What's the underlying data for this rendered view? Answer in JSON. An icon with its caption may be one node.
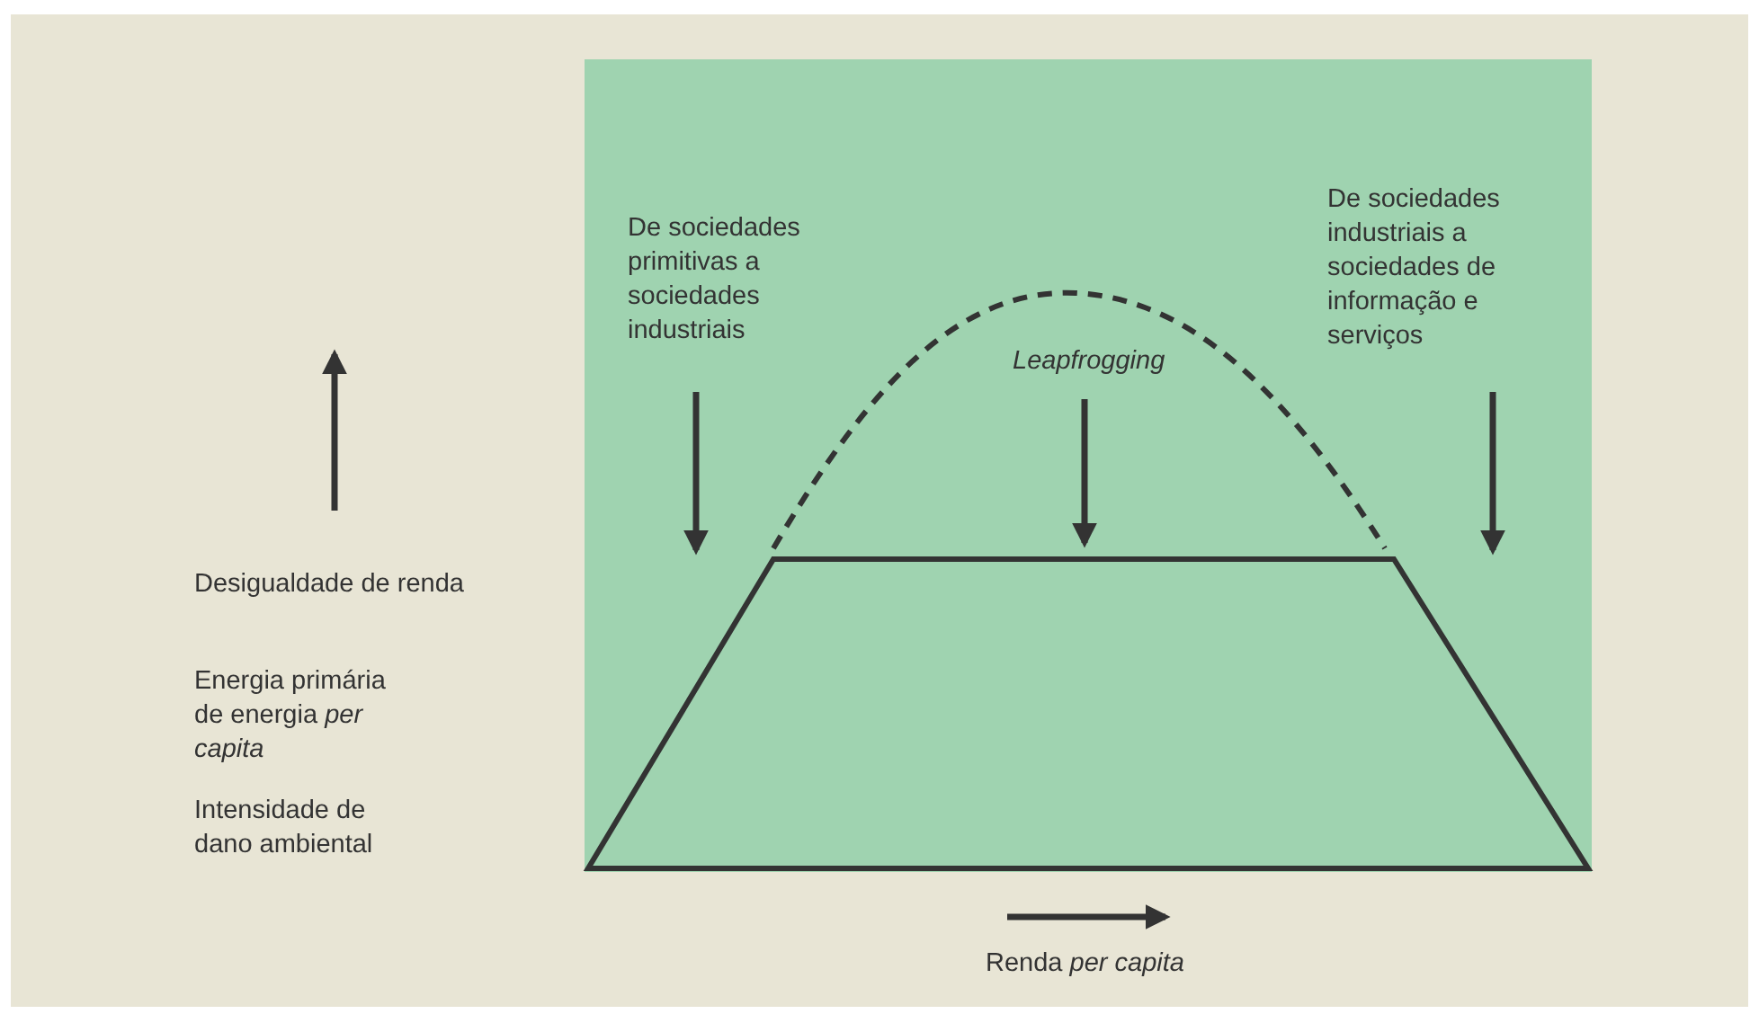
{
  "diagram": {
    "labels": [
      "De sociedades primitivas a sociedades industriais",
      "Leapfrogging",
      "De sociedades industriais a sociedades de informação e serviços",
      "Desigualdade de renda",
      "Energia primária de energia *per capita*",
      "Intensidade de dano ambiental",
      "Renda *per capita*"
    ]
  }
}
